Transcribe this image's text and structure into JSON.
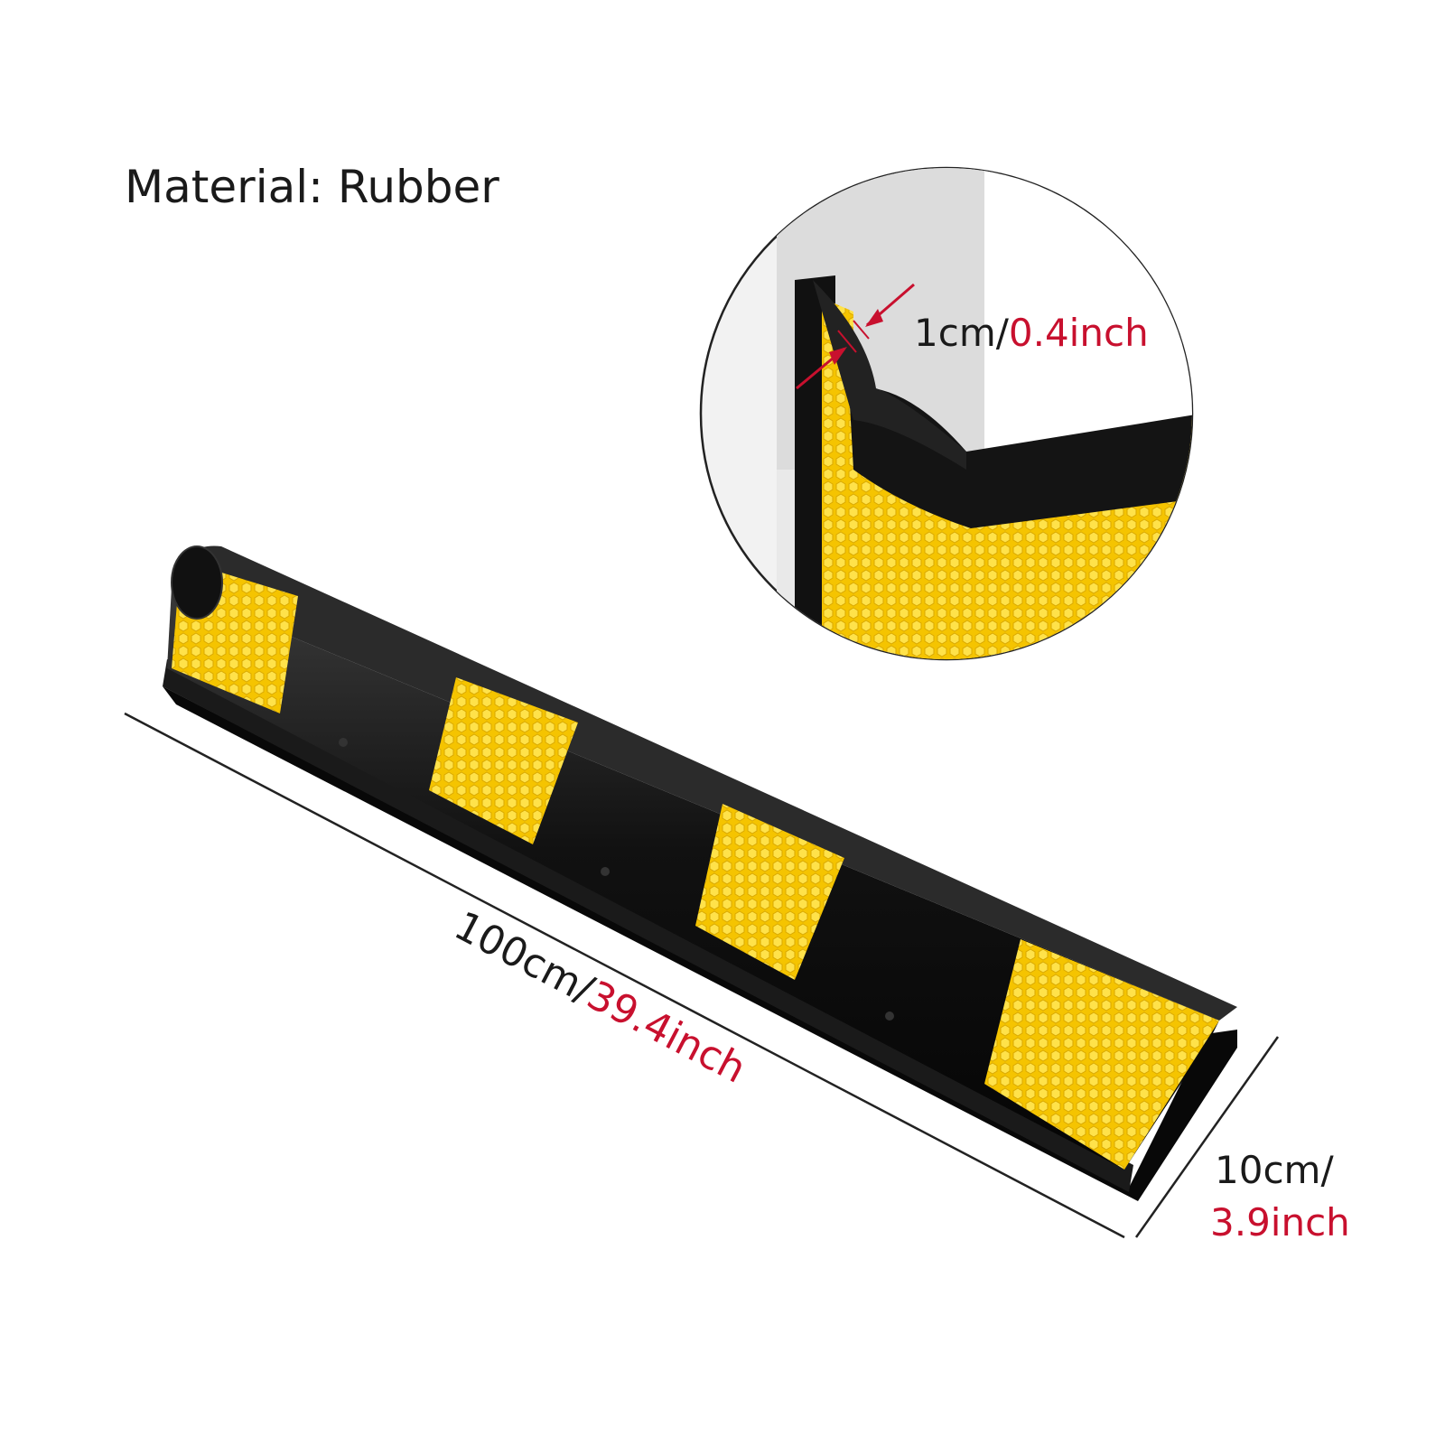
{
  "material_label": "Material: Rubber",
  "thickness": {
    "metric": "1cm/",
    "imperial": "0.4inch"
  },
  "length": {
    "metric": "100cm/",
    "imperial": "39.4inch"
  },
  "width": {
    "metric": "10cm/",
    "imperial": "3.9inch"
  },
  "colors": {
    "text": "#1a1a1a",
    "accent_red": "#c8102e",
    "rubber_black": "#111111",
    "reflective_yellow": "#f5c400",
    "line": "#222222"
  }
}
